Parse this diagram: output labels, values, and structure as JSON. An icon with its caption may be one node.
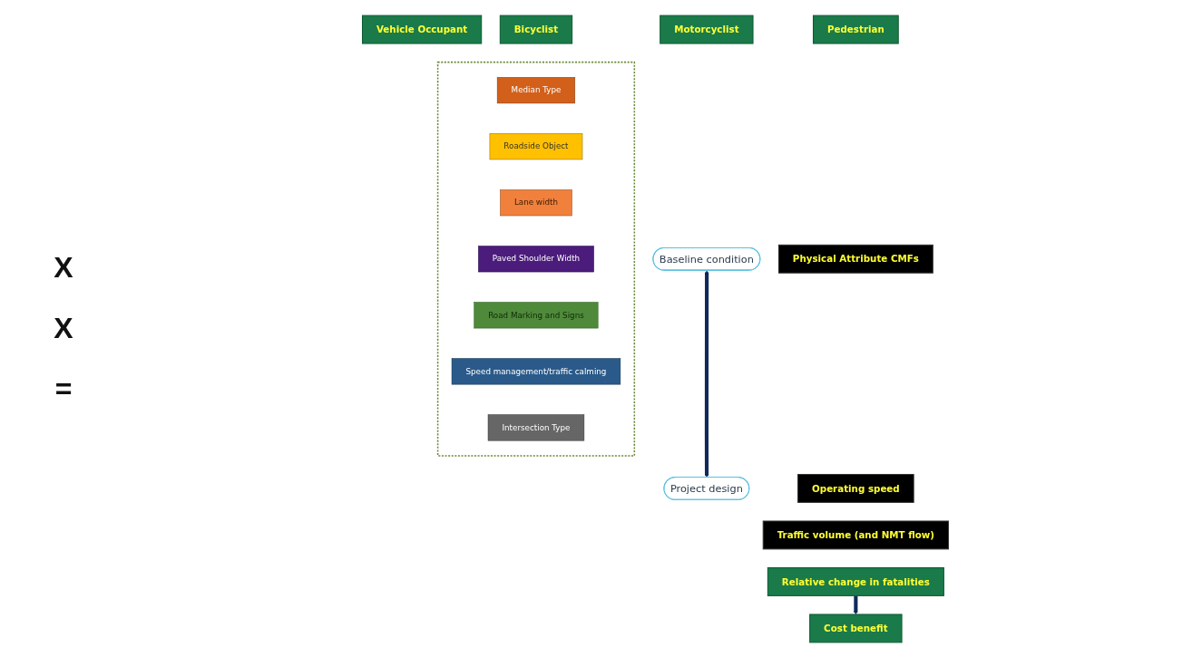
{
  "diagram": {
    "nodes": [
      {
        "text": [
          "Vehicle Occupant"
        ]
      },
      {
        "text": [
          "Motorcyclist"
        ]
      },
      {
        "text": [
          "Pedestrian"
        ]
      },
      {
        "text": [
          "Bicyclist"
        ]
      },
      {
        "text": [
          "Baseline condition"
        ]
      },
      {
        "text": [
          "Project design"
        ]
      },
      {
        "text": [
          "Physical Attribute CMFs"
        ]
      },
      {
        "text": [
          "Operating speed"
        ]
      },
      {
        "text": [
          "Traffic volume (and NMT flow)"
        ]
      },
      {
        "text": [
          "Relative change in fatalities"
        ]
      },
      {
        "text": [
          "Cost benefit"
        ]
      },
      {
        "text": [],
        "shape": "box"
      },
      {
        "text": [
          "Median Type"
        ],
        "in": 11
      },
      {
        "text": [
          "Roadside Object"
        ],
        "in": 11
      },
      {
        "text": [
          "Lane width"
        ],
        "in": 11
      },
      {
        "text": [
          "Paved Shoulder Width"
        ],
        "in": 11
      },
      {
        "text": [
          "Road Marking and Signs"
        ],
        "in": 11
      },
      {
        "text": [
          "Speed management/traffic calming"
        ],
        "in": 11
      },
      {
        "text": [
          "Intersection Type"
        ],
        "in": 11
      }
    ],
    "edges": [
      {
        "from": 4,
        "to": 5,
        "arrow": "both"
      },
      {
        "from": 9,
        "to": 10,
        "arrow": "to"
      }
    ],
    "labels": [
      "X",
      "X",
      "="
    ]
  }
}
